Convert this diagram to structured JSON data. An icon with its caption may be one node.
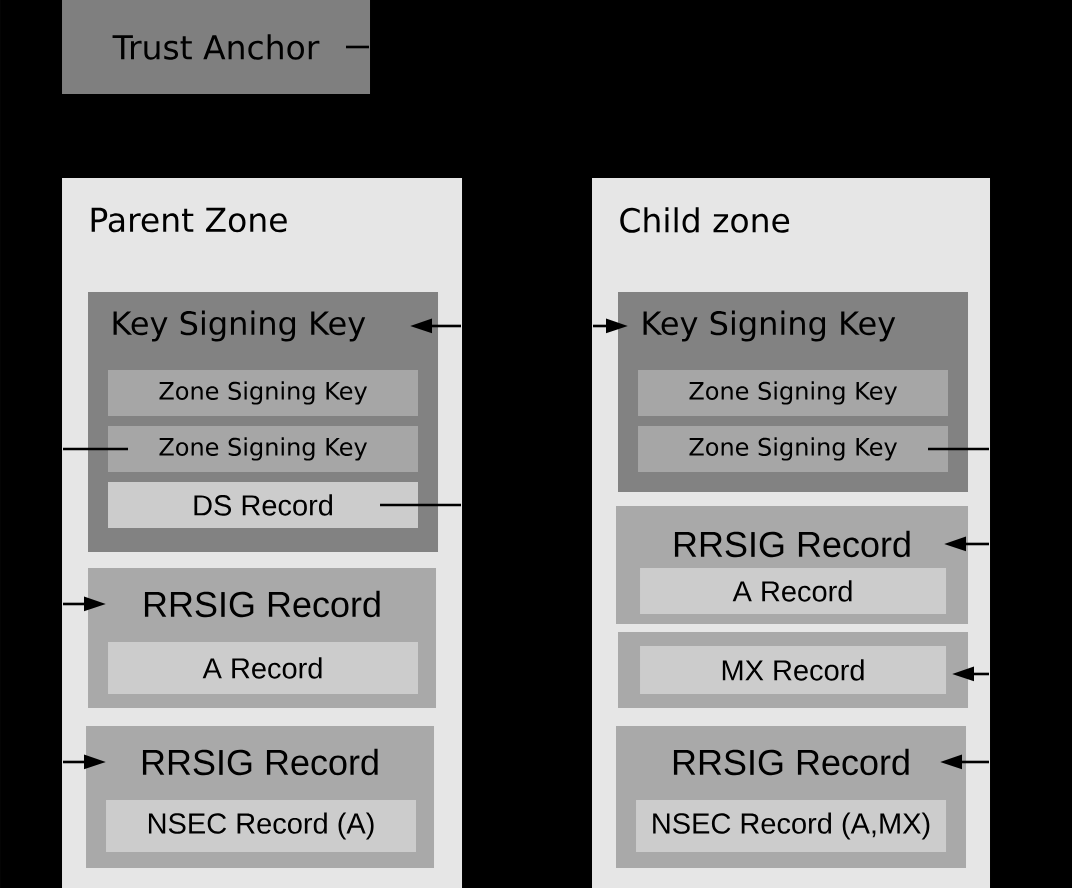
{
  "diagram": {
    "nodes": [
      {
        "text": [
          "Trust Anchor"
        ]
      },
      {
        "text": [
          "Parent Zone"
        ]
      },
      {
        "text": [
          "Key Signing Key"
        ],
        "in": 1
      },
      {
        "text": [
          "Zone Signing Key"
        ],
        "in": 2
      },
      {
        "text": [
          "Zone Signing Key"
        ],
        "in": 2
      },
      {
        "text": [
          "DS Record"
        ],
        "in": 2
      },
      {
        "text": [
          "RRSIG Record"
        ],
        "in": 1
      },
      {
        "text": [
          "A Record"
        ],
        "in": 6
      },
      {
        "text": [
          "RRSIG Record"
        ],
        "in": 1
      },
      {
        "text": [
          "NSEC Record (A)"
        ],
        "in": 8
      },
      {
        "text": [
          "Child zone"
        ]
      },
      {
        "text": [
          "Key Signing Key"
        ],
        "in": 10
      },
      {
        "text": [
          "Zone Signing Key"
        ],
        "in": 11
      },
      {
        "text": [
          "Zone Signing Key"
        ],
        "in": 11
      },
      {
        "text": [
          "RRSIG Record"
        ],
        "in": 10
      },
      {
        "text": [
          "A Record"
        ],
        "in": 14
      },
      {
        "text": [],
        "shape": "box",
        "in": 10
      },
      {
        "text": [
          "MX Record"
        ],
        "in": 16
      },
      {
        "text": [
          "RRSIG Record"
        ],
        "in": 10
      },
      {
        "text": [
          "NSEC Record (A,MX)"
        ],
        "in": 18
      }
    ],
    "edges": [
      {
        "from": 0,
        "to": null,
        "arrow": "none"
      },
      {
        "from": null,
        "to": 2,
        "arrow": "to"
      },
      {
        "from": 5,
        "to": null,
        "arrow": "none"
      },
      {
        "from": null,
        "to": 11,
        "arrow": "to"
      },
      {
        "from": 4,
        "to": null,
        "arrow": "none"
      },
      {
        "from": null,
        "to": 6,
        "arrow": "to"
      },
      {
        "from": null,
        "to": 8,
        "arrow": "to"
      },
      {
        "from": 13,
        "to": null,
        "arrow": "none"
      },
      {
        "from": null,
        "to": 14,
        "arrow": "to"
      },
      {
        "from": null,
        "to": 16,
        "arrow": "to"
      },
      {
        "from": null,
        "to": 18,
        "arrow": "to"
      }
    ]
  }
}
